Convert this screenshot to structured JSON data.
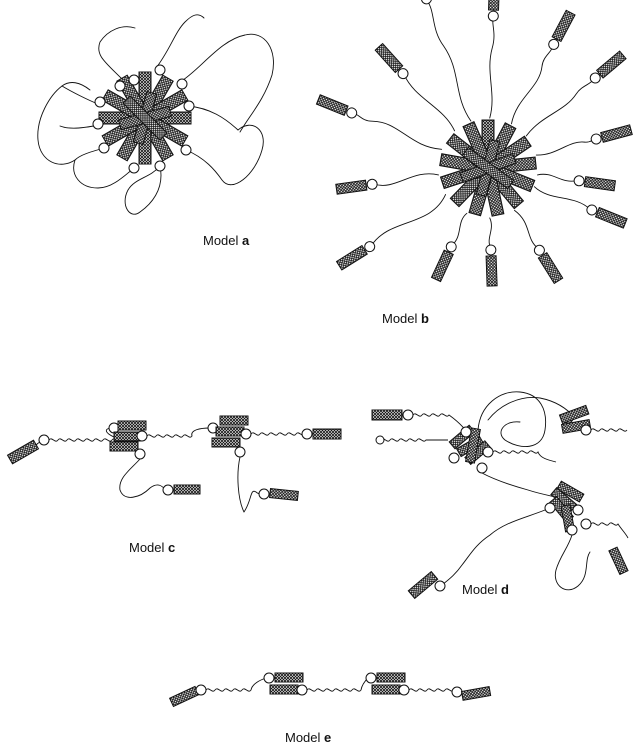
{
  "figure": {
    "background": "#ffffff",
    "ink": "#111111"
  },
  "models": [
    {
      "id": "a",
      "prefix": "Model",
      "letter": "a"
    },
    {
      "id": "b",
      "prefix": "Model",
      "letter": "b"
    },
    {
      "id": "c",
      "prefix": "Model",
      "letter": "c"
    },
    {
      "id": "d",
      "prefix": "Model",
      "letter": "d"
    },
    {
      "id": "e",
      "prefix": "Model",
      "letter": "e"
    }
  ]
}
